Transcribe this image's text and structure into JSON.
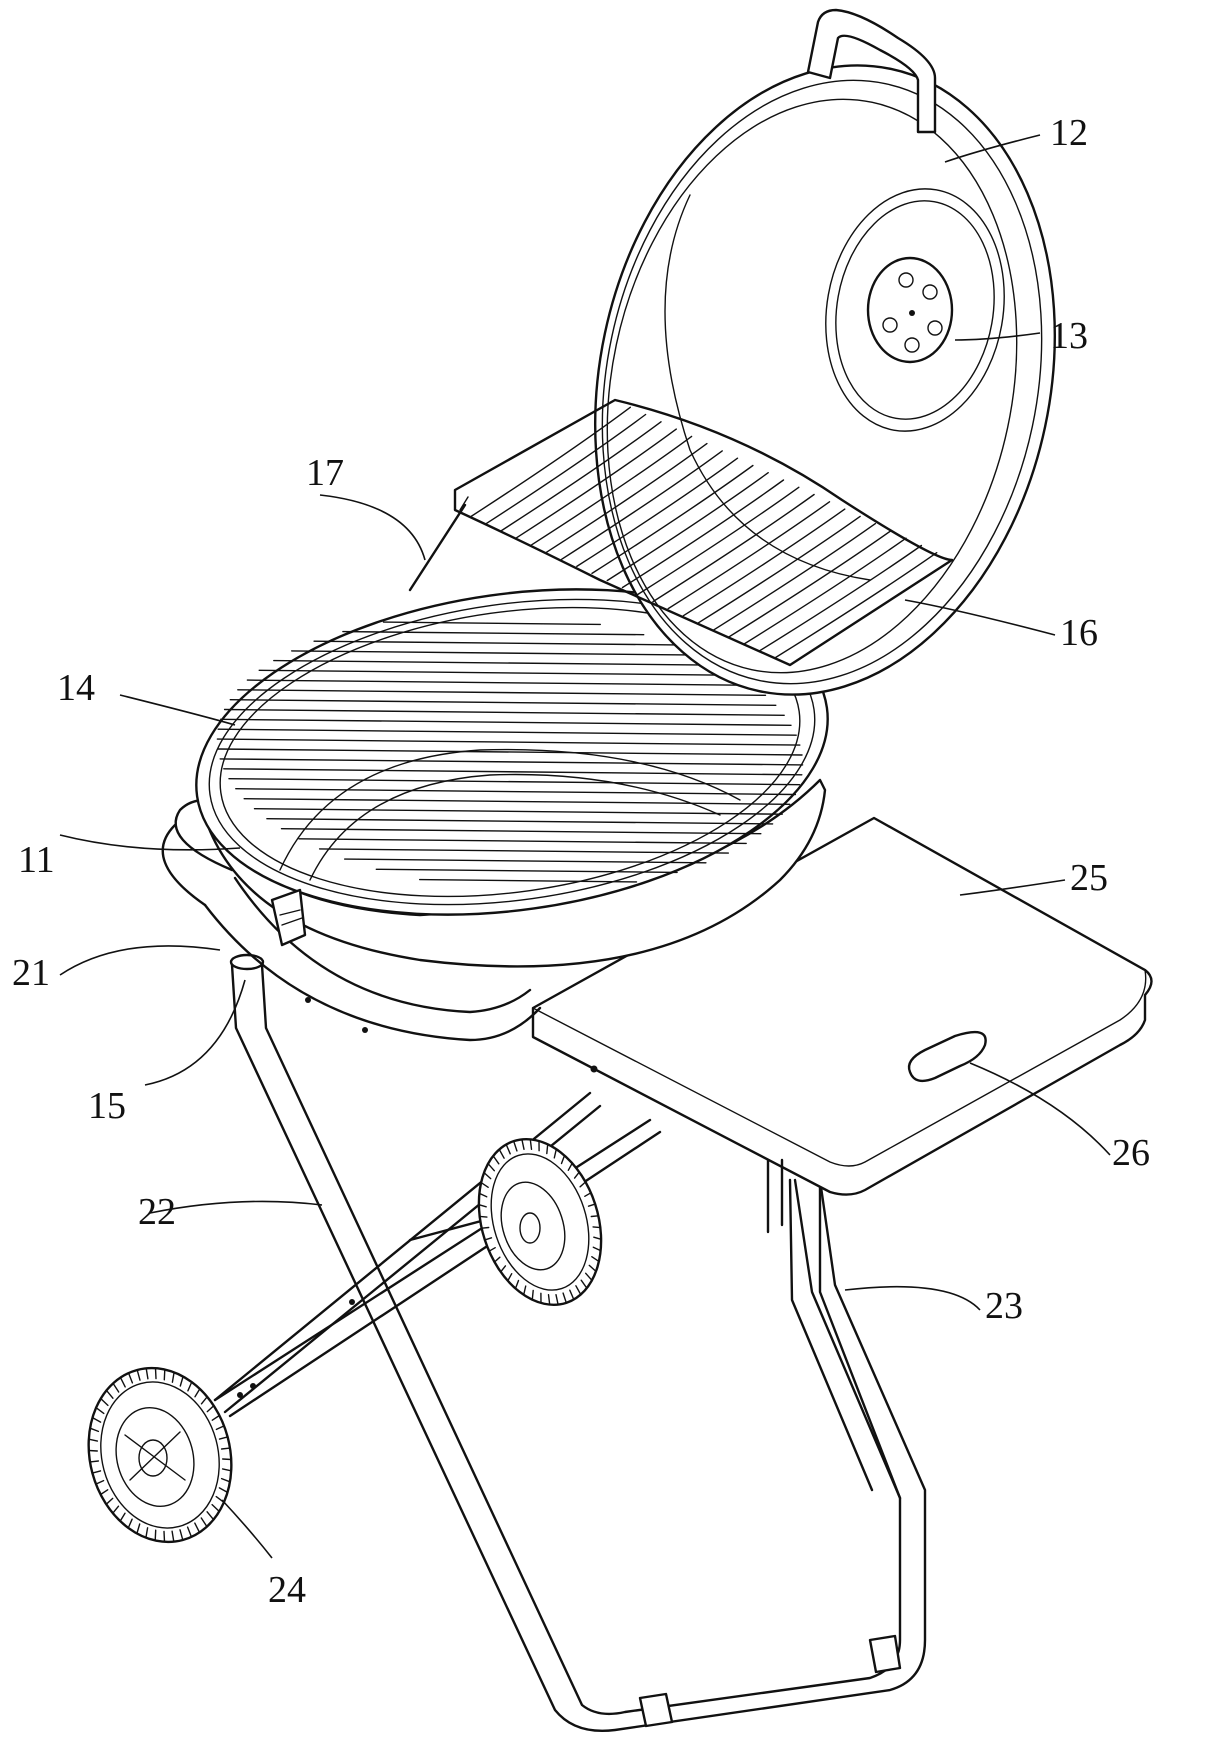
{
  "labels": {
    "l11": "11",
    "l12": "12",
    "l13": "13",
    "l14": "14",
    "l15": "15",
    "l16": "16",
    "l17": "17",
    "l21": "21",
    "l22": "22",
    "l23": "23",
    "l24": "24",
    "l25": "25",
    "l26": "26"
  }
}
